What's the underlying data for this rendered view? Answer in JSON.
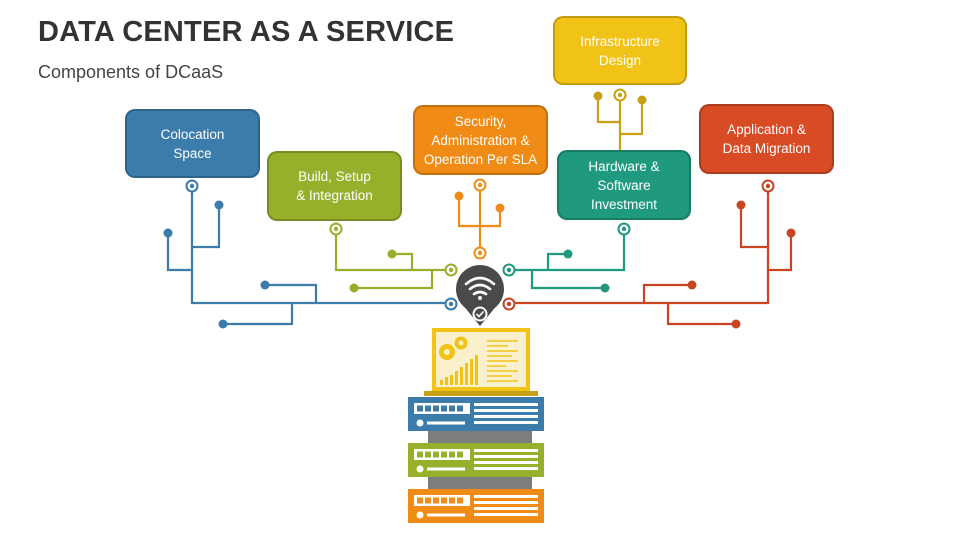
{
  "header": {
    "title": "DATA CENTER AS A SERVICE",
    "subtitle": "Components of DCaaS"
  },
  "components": [
    {
      "label": "Colocation\nSpace",
      "color": "#3b7cab"
    },
    {
      "label": "Build, Setup\n& Integration",
      "color": "#96b02b"
    },
    {
      "label": "Security,\nAdministration &\nOperation Per SLA",
      "color": "#f08c15"
    },
    {
      "label": "Infrastructure\nDesign",
      "color": "#f2c317"
    },
    {
      "label": "Hardware &\nSoftware\nInvestment",
      "color": "#1f9a7e"
    },
    {
      "label": "Application &\nData Migration",
      "color": "#d94b25"
    }
  ],
  "colors": {
    "hub": "#4a4a4a",
    "laptop_screen": "#fbf0cc",
    "laptop_frame": "#f2c317",
    "server_blue": "#3b7cab",
    "server_green": "#96b02b",
    "server_orange": "#f08c15",
    "server_stand": "#7d7d7d"
  },
  "icons": [
    "wifi-icon",
    "check-icon",
    "gear-icon",
    "bar-chart-icon"
  ]
}
